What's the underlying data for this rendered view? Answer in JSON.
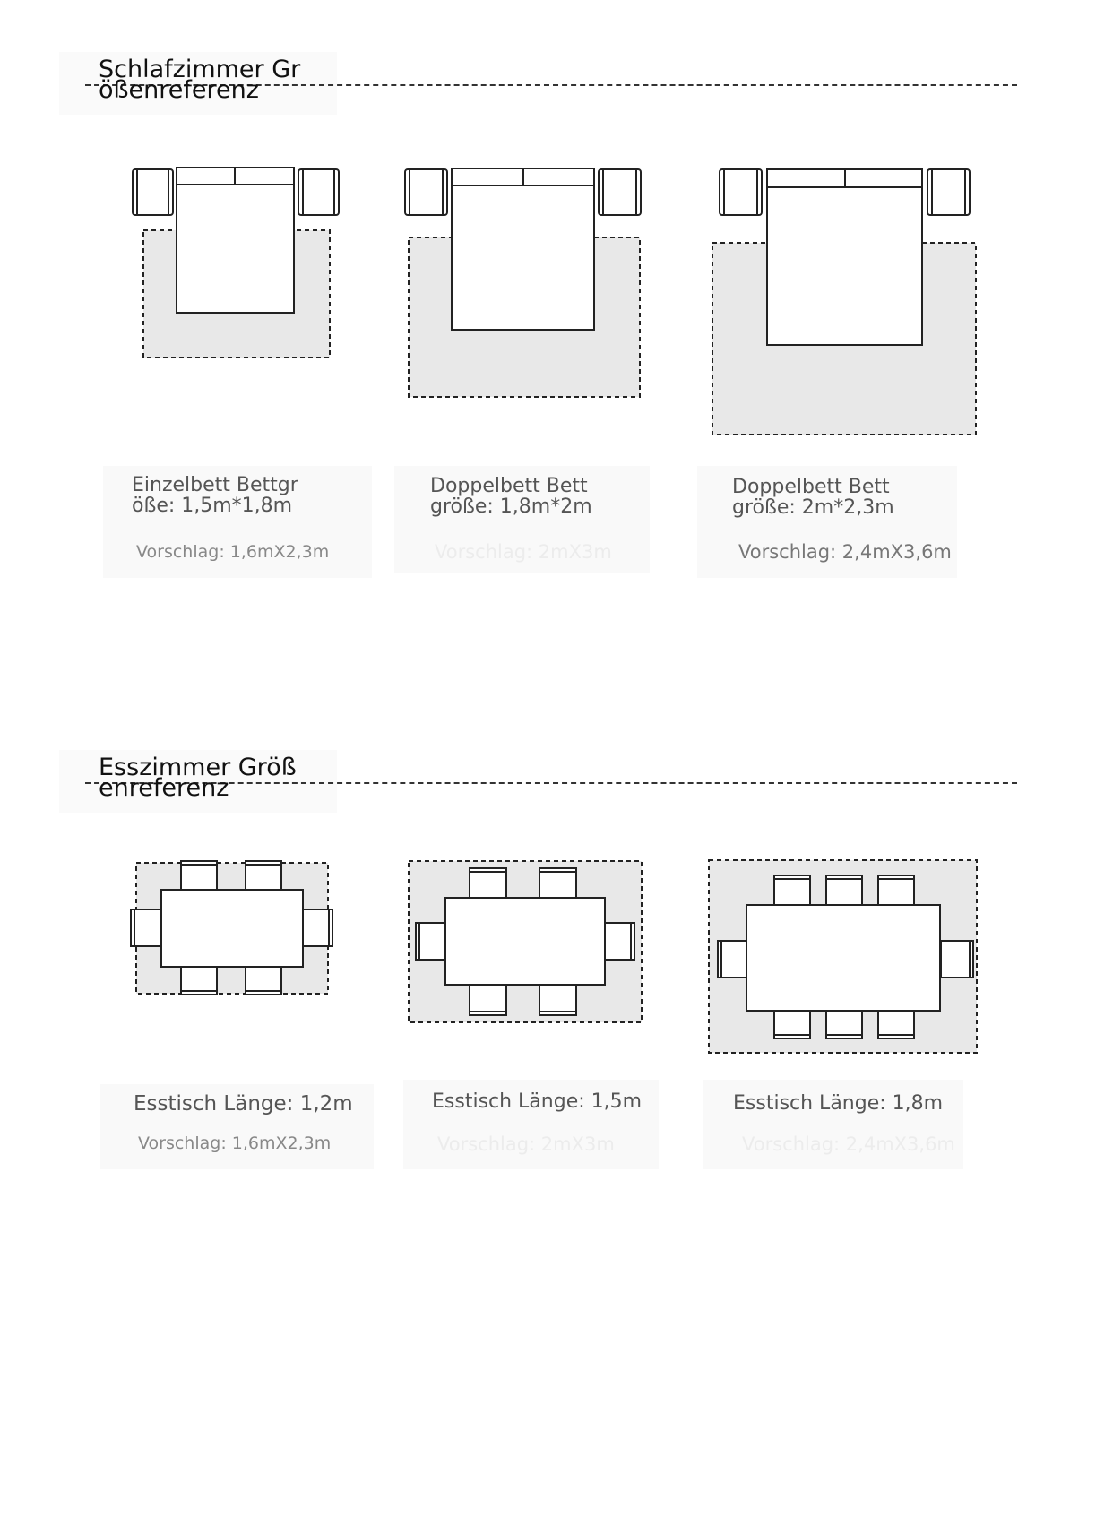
{
  "bedroom": {
    "title": "Schlafzimmer Gr\nößenreferenz",
    "items": [
      {
        "label": "Einzelbett Bettgr\nöße: 1,5m*1,8m",
        "suggestion": "Vorschlag: 1,6mX2,3m"
      },
      {
        "label": "Doppelbett Bett\ngröße: 1,8m*2m",
        "suggestion": "Vorschlag: 2mX3m"
      },
      {
        "label": "Doppelbett Bett\ngröße: 2m*2,3m",
        "suggestion": "Vorschlag: 2,4mX3,6m"
      }
    ]
  },
  "dining": {
    "title": "Esszimmer Größ\nenreferenz",
    "items": [
      {
        "label": "Esstisch Länge: 1,2m",
        "suggestion": "Vorschlag: 1,6mX2,3m"
      },
      {
        "label": "Esstisch Länge: 1,5m",
        "suggestion": "Vorschlag: 2mX3m"
      },
      {
        "label": "Esstisch Länge: 1,8m",
        "suggestion": "Vorschlag: 2,4mX3,6m"
      }
    ]
  },
  "colors": {
    "rug": "#e8e8e8",
    "line": "#222222",
    "text": "#555555"
  }
}
